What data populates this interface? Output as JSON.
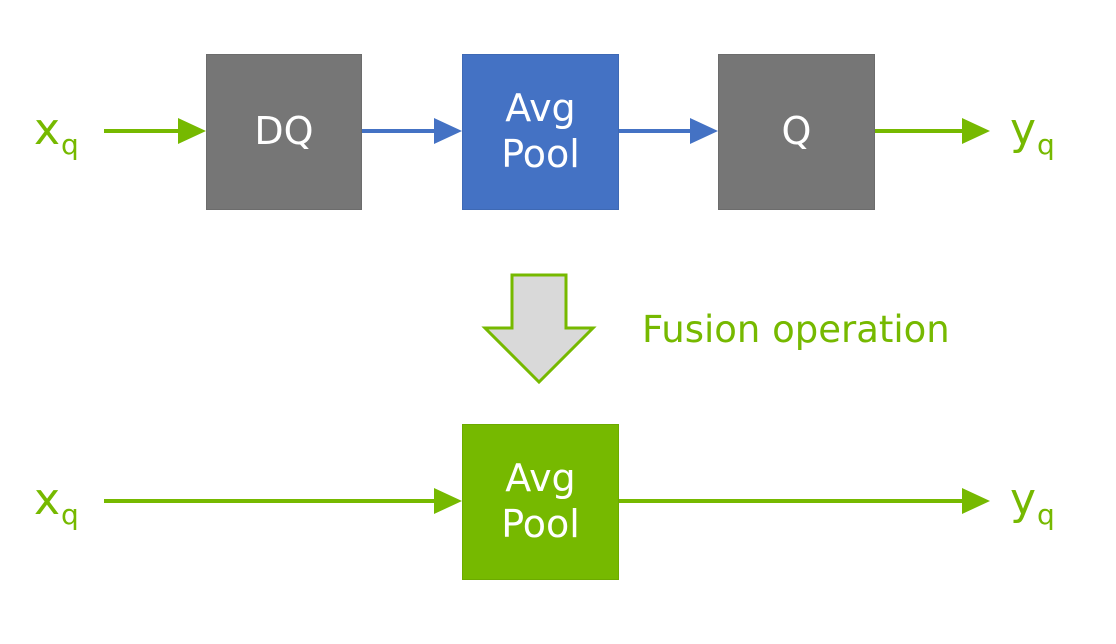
{
  "colors": {
    "green": "#76b900",
    "blue": "#4472c4",
    "gray": "#767676",
    "arrow_fill": "#d9d9d9",
    "arrow_stroke": "#76b900"
  },
  "top_row": {
    "input": {
      "base": "x",
      "sub": "q"
    },
    "dq": {
      "label": "DQ"
    },
    "avgpool": {
      "line1": "Avg",
      "line2": "Pool"
    },
    "q": {
      "label": "Q"
    },
    "output": {
      "base": "y",
      "sub": "q"
    }
  },
  "fusion": {
    "label": "Fusion operation"
  },
  "bottom_row": {
    "input": {
      "base": "x",
      "sub": "q"
    },
    "avgpool": {
      "line1": "Avg",
      "line2": "Pool"
    },
    "output": {
      "base": "y",
      "sub": "q"
    }
  }
}
